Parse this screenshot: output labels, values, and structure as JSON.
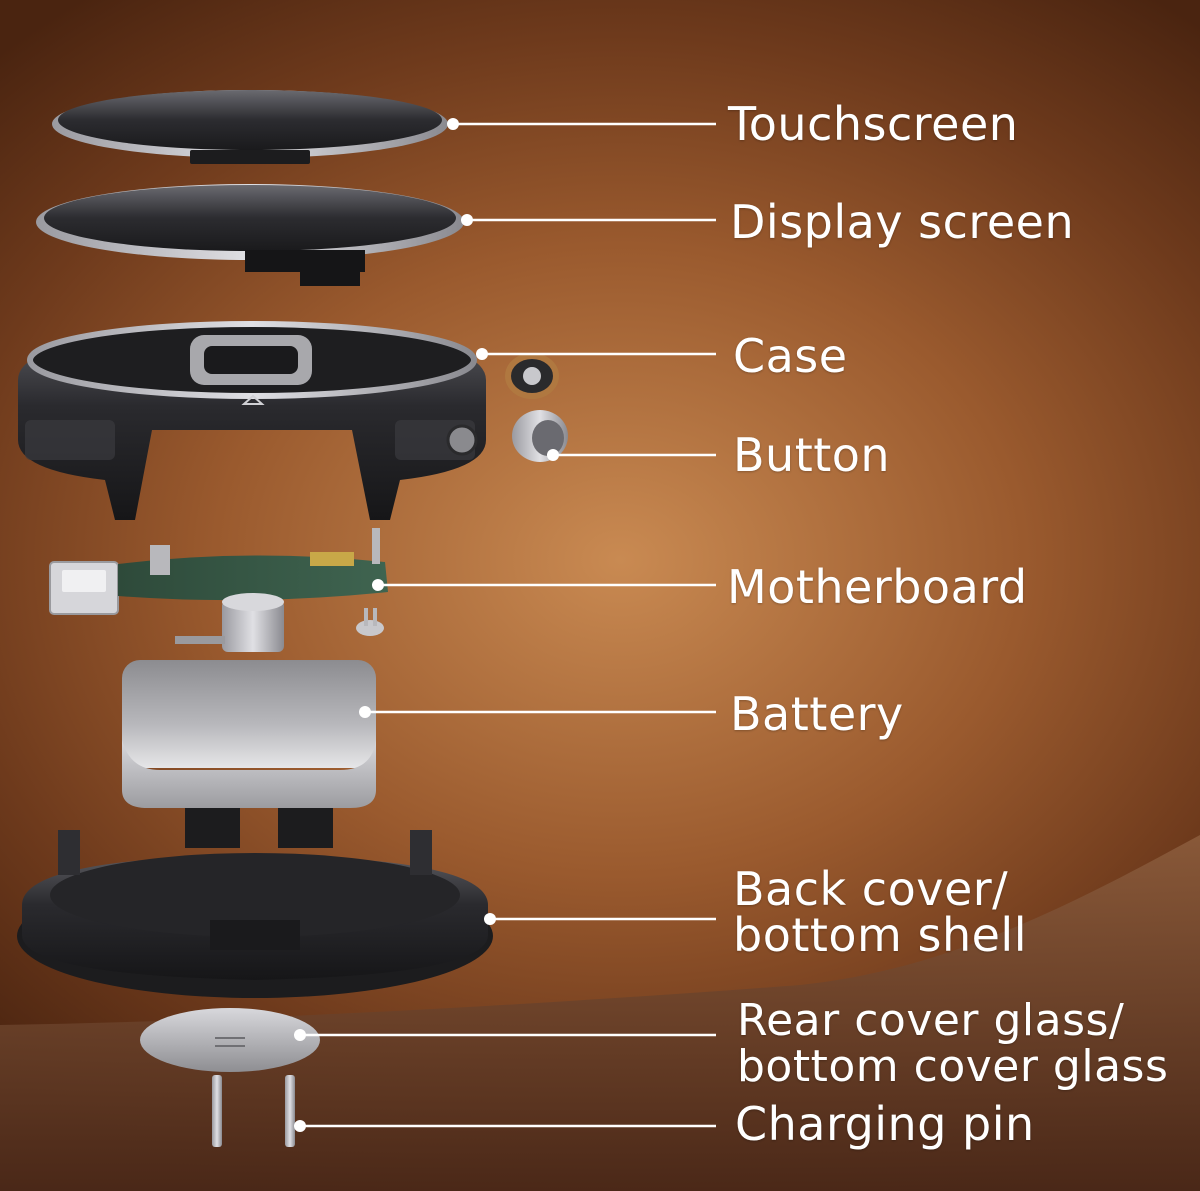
{
  "parts": [
    {
      "id": "touchscreen",
      "lines": [
        "Touchscreen"
      ]
    },
    {
      "id": "display-screen",
      "lines": [
        "Display screen"
      ]
    },
    {
      "id": "case",
      "lines": [
        "Case"
      ]
    },
    {
      "id": "button",
      "lines": [
        "Button"
      ]
    },
    {
      "id": "motherboard",
      "lines": [
        "Motherboard"
      ]
    },
    {
      "id": "battery",
      "lines": [
        "Battery"
      ]
    },
    {
      "id": "back-cover",
      "lines": [
        "Back cover/",
        "bottom shell"
      ]
    },
    {
      "id": "rear-cover-glass",
      "lines": [
        "Rear cover glass/",
        "bottom cover glass"
      ]
    },
    {
      "id": "charging-pin",
      "lines": [
        "Charging pin"
      ]
    }
  ],
  "colors": {
    "leader": "#ffffff",
    "metal_dark": "#2b2b2e",
    "metal_light": "#c9c9cc",
    "background_warm": "#a8683a"
  }
}
